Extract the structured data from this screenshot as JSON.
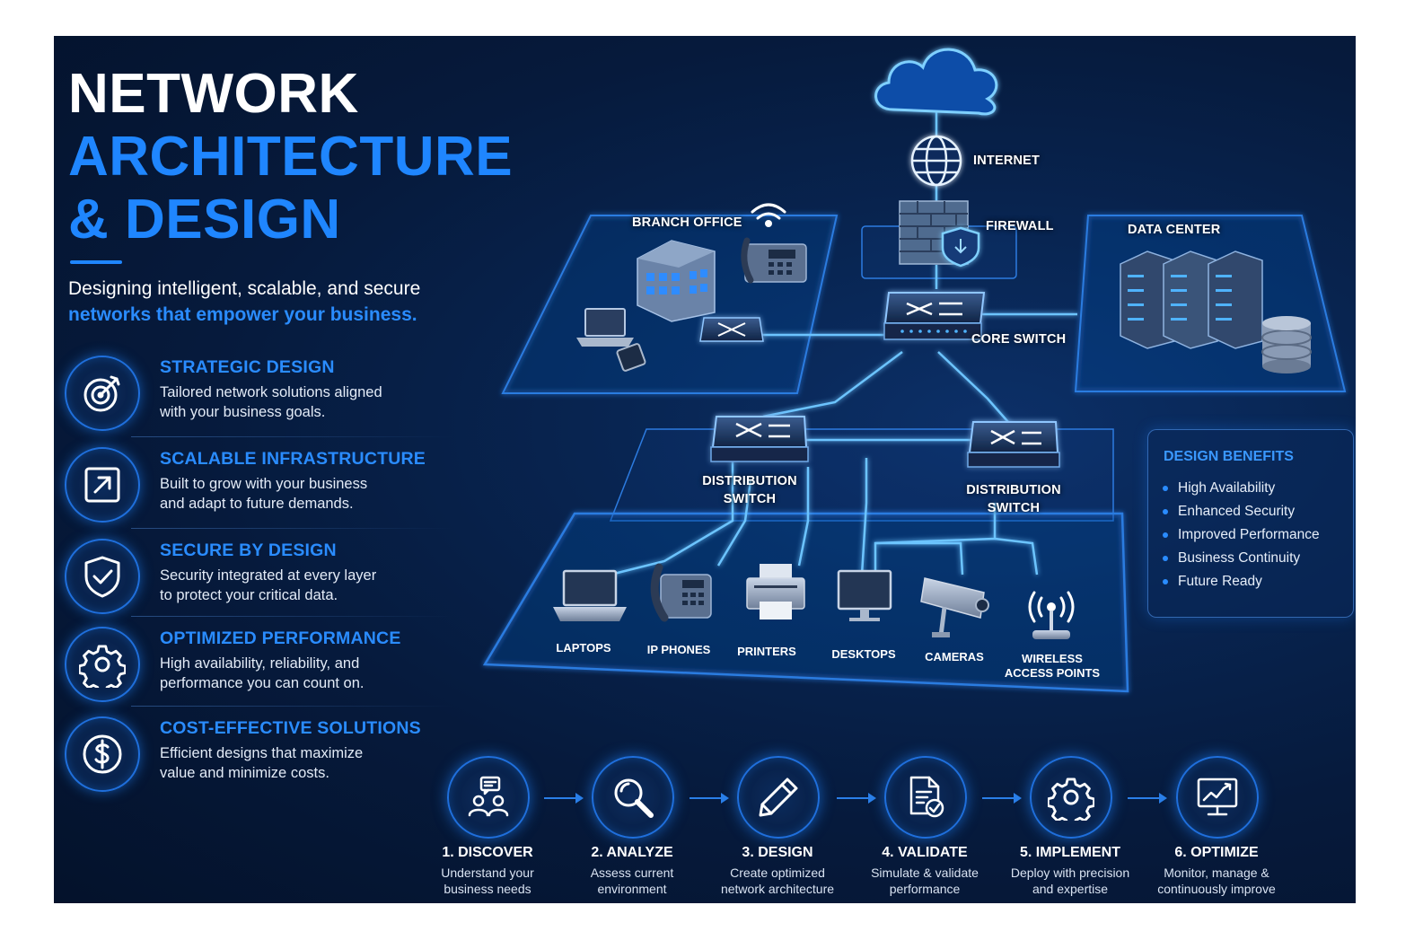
{
  "title": {
    "line1": "NETWORK",
    "line2": "ARCHITECTURE",
    "line3": "& DESIGN"
  },
  "subtitle": {
    "line1": "Designing intelligent, scalable, and secure",
    "line2": "networks that empower your business."
  },
  "features": [
    {
      "title": "STRATEGIC DESIGN",
      "desc_line1": "Tailored network solutions aligned",
      "desc_line2": "with your business goals.",
      "icon": "target-icon"
    },
    {
      "title": "SCALABLE INFRASTRUCTURE",
      "desc_line1": "Built to grow with your business",
      "desc_line2": "and adapt to future demands.",
      "icon": "arrow-up-right-icon"
    },
    {
      "title": "SECURE BY DESIGN",
      "desc_line1": "Security integrated at every layer",
      "desc_line2": "to protect your critical data.",
      "icon": "shield-check-icon"
    },
    {
      "title": "OPTIMIZED PERFORMANCE",
      "desc_line1": "High availability, reliability, and",
      "desc_line2": "performance you can count on.",
      "icon": "gear-icon"
    },
    {
      "title": "COST-EFFECTIVE SOLUTIONS",
      "desc_line1": "Efficient designs that maximize",
      "desc_line2": "value and minimize costs.",
      "icon": "dollar-icon"
    }
  ],
  "diagram": {
    "internet": "INTERNET",
    "firewall": "FIREWALL",
    "branch_office": "BRANCH OFFICE",
    "data_center": "DATA CENTER",
    "core_switch": "CORE SWITCH",
    "distribution_switch_line1": "DISTRIBUTION",
    "distribution_switch_line2": "SWITCH",
    "devices": {
      "laptops": "LAPTOPS",
      "ip_phones": "IP PHONES",
      "printers": "PRINTERS",
      "desktops": "DESKTOPS",
      "cameras": "CAMERAS",
      "wap_line1": "WIRELESS",
      "wap_line2": "ACCESS POINTS"
    }
  },
  "benefits": {
    "title": "DESIGN BENEFITS",
    "items": [
      "High Availability",
      "Enhanced Security",
      "Improved Performance",
      "Business Continuity",
      "Future Ready"
    ]
  },
  "steps": [
    {
      "title": "1. DISCOVER",
      "desc_line1": "Understand your",
      "desc_line2": "business needs",
      "icon": "people-chat-icon"
    },
    {
      "title": "2. ANALYZE",
      "desc_line1": "Assess current",
      "desc_line2": "environment",
      "icon": "magnifier-icon"
    },
    {
      "title": "3. DESIGN",
      "desc_line1": "Create optimized",
      "desc_line2": "network architecture",
      "icon": "pencil-icon"
    },
    {
      "title": "4. VALIDATE",
      "desc_line1": "Simulate & validate",
      "desc_line2": "performance",
      "icon": "document-check-icon"
    },
    {
      "title": "5. IMPLEMENT",
      "desc_line1": "Deploy with precision",
      "desc_line2": "and expertise",
      "icon": "gear-icon"
    },
    {
      "title": "6. OPTIMIZE",
      "desc_line1": "Monitor, manage &",
      "desc_line2": "continuously improve",
      "icon": "monitor-chart-icon"
    }
  ],
  "colors": {
    "accent": "#1f86ff",
    "background": "#061a3c",
    "glow": "#4fb3ff"
  }
}
